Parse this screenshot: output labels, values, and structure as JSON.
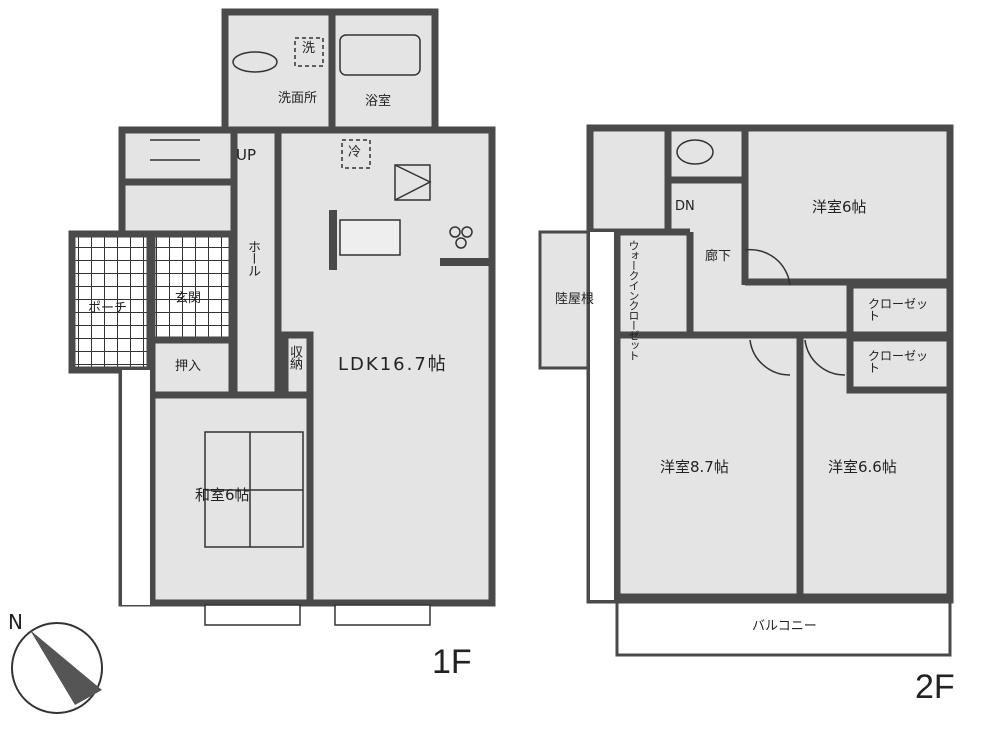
{
  "floor1": {
    "label": "1F",
    "rooms": {
      "laundry": "洗",
      "washroom": "洗面所",
      "bath": "浴室",
      "up": "UP",
      "fridge": "冷",
      "hall": "ホール",
      "porch": "ポーチ",
      "entrance": "玄関",
      "closet": "押入",
      "storage": "収納",
      "ldk": "LDK16.7帖",
      "washitsu": "和室6帖"
    }
  },
  "floor2": {
    "label": "2F",
    "rooms": {
      "down": "DN",
      "bedroom1": "洋室6帖",
      "walkin": "ウォークインクローゼット",
      "corridor": "廊下",
      "roof": "陸屋根",
      "closet1": "クローゼット",
      "closet2": "クローゼット",
      "bedroom2": "洋室8.7帖",
      "bedroom3": "洋室6.6帖",
      "balcony": "バルコニー"
    }
  },
  "compass": {
    "label": "N",
    "icon": "north-arrow-icon"
  },
  "colors": {
    "wall": "#4a4a4a",
    "floor": "#e4e4e4",
    "tile": "#ffffff"
  }
}
